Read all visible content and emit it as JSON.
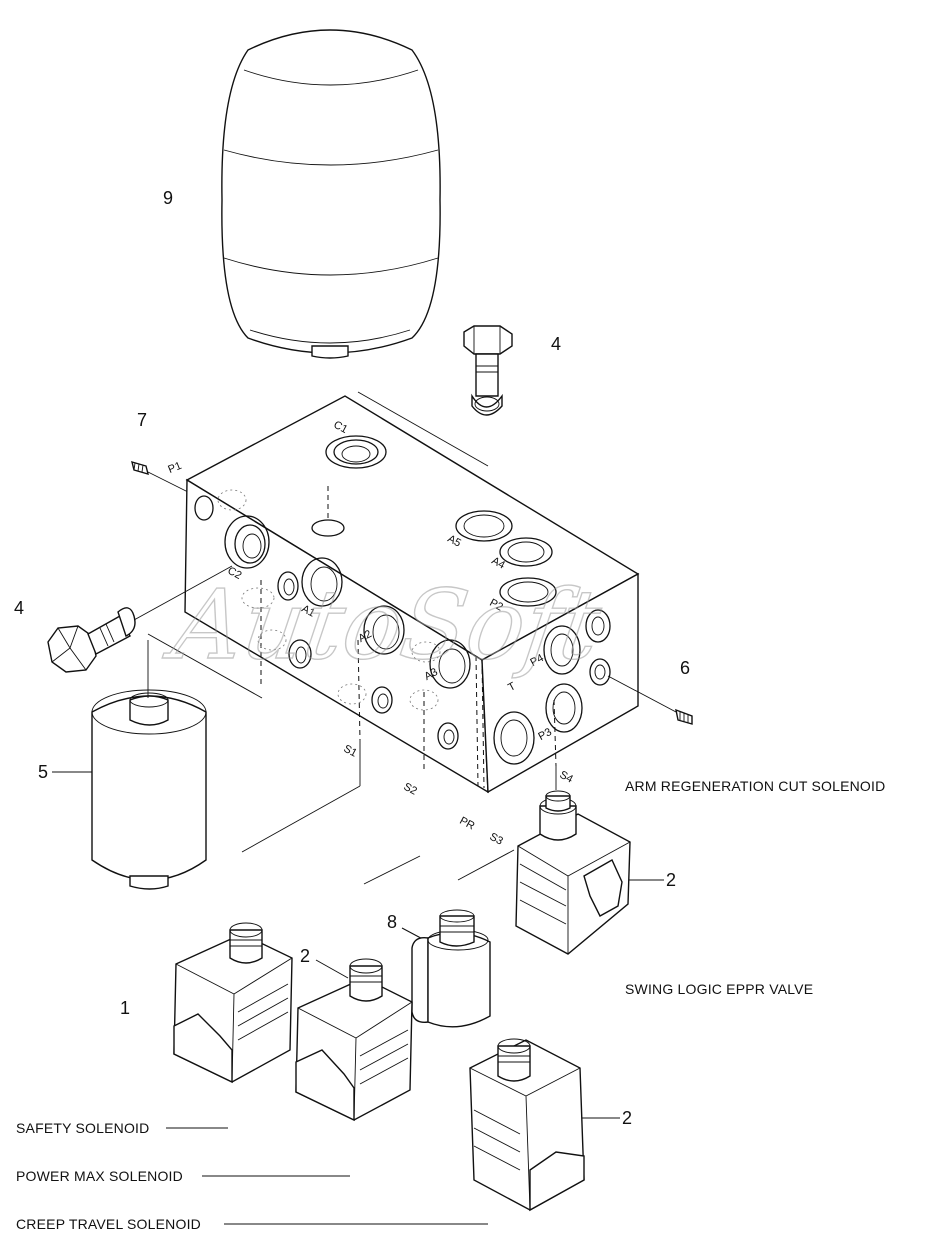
{
  "watermark": "AutoSoft",
  "part_numbers": {
    "p9": "9",
    "p4_top": "4",
    "p7": "7",
    "p4_left": "4",
    "p6": "6",
    "p5": "5",
    "p2_right": "2",
    "p8": "8",
    "p2_mid": "2",
    "p1": "1",
    "p2_bottom": "2"
  },
  "port_labels": {
    "c1": "C1",
    "p1": "P1",
    "c2": "C2",
    "a1": "A1",
    "a2": "A2",
    "a3": "A3",
    "a4": "A4",
    "a5": "A5",
    "p2": "P2",
    "p3": "P3",
    "p4": "P4",
    "t": "T",
    "s1": "S1",
    "s2": "S2",
    "s3": "S3",
    "s4": "S4",
    "pr": "PR"
  },
  "annotations": {
    "arm_regen": "ARM REGENERATION CUT SOLENOID",
    "swing_logic": "SWING LOGIC EPPR VALVE",
    "safety": "SAFETY SOLENOID",
    "power_max": "POWER MAX SOLENOID",
    "creep_travel": "CREEP TRAVEL SOLENOID"
  }
}
